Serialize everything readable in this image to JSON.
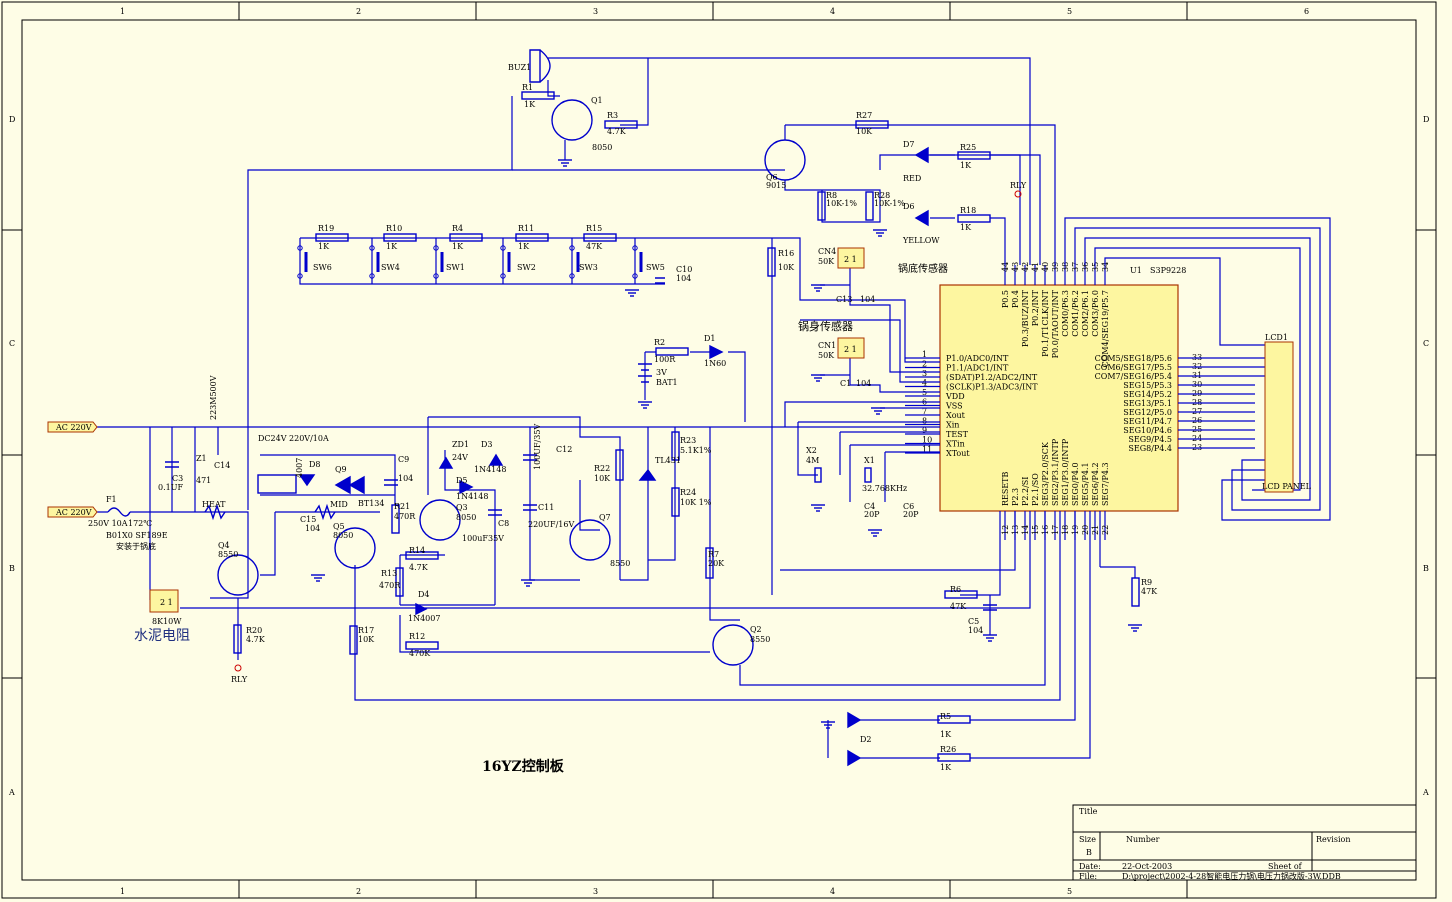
{
  "diagram": {
    "title": "16YZ控制板",
    "chip": {
      "ref": "U1",
      "part": "S3P9228",
      "left_pins": [
        {
          "n": "1",
          "name": "P1.0/ADC0/INT"
        },
        {
          "n": "2",
          "name": "P1.1/ADC1/INT"
        },
        {
          "n": "3",
          "name": "(SDAT)P1.2/ADC2/INT"
        },
        {
          "n": "4",
          "name": "(SCLK)P1.3/ADC3/INT"
        },
        {
          "n": "5",
          "name": "VDD"
        },
        {
          "n": "6",
          "name": "VSS"
        },
        {
          "n": "7",
          "name": "Xout"
        },
        {
          "n": "8",
          "name": "Xin"
        },
        {
          "n": "9",
          "name": "TEST"
        },
        {
          "n": "10",
          "name": "XTin"
        },
        {
          "n": "11",
          "name": "XTout"
        }
      ],
      "right_pins": [
        {
          "n": "33",
          "name": "COM5/SEG18/P5.6"
        },
        {
          "n": "32",
          "name": "COM6/SEG17/P5.5"
        },
        {
          "n": "31",
          "name": "COM7/SEG16/P5.4"
        },
        {
          "n": "30",
          "name": "SEG15/P5.3"
        },
        {
          "n": "29",
          "name": "SEG14/P5.2"
        },
        {
          "n": "28",
          "name": "SEG13/P5.1"
        },
        {
          "n": "27",
          "name": "SEG12/P5.0"
        },
        {
          "n": "26",
          "name": "SEG11/P4.7"
        },
        {
          "n": "25",
          "name": "SEG10/P4.6"
        },
        {
          "n": "24",
          "name": "SEG9/P4.5"
        },
        {
          "n": "23",
          "name": "SEG8/P4.4"
        }
      ],
      "top_pins": [
        {
          "n": "44",
          "name": "P0.5"
        },
        {
          "n": "43",
          "name": "P0.4"
        },
        {
          "n": "42",
          "name": "P0.3/BUZ/INT"
        },
        {
          "n": "41",
          "name": "P0.2/INT"
        },
        {
          "n": "40",
          "name": "P0.1/T1CLK/INT"
        },
        {
          "n": "39",
          "name": "P0.0/TAOUT/INT"
        },
        {
          "n": "38",
          "name": "COM0/P6.3"
        },
        {
          "n": "37",
          "name": "COM1/P6.2"
        },
        {
          "n": "36",
          "name": "COM2/P6.1"
        },
        {
          "n": "35",
          "name": "COM3/P6.0"
        },
        {
          "n": "34",
          "name": "COM4/SEG19/P5.7"
        }
      ],
      "bottom_pins": [
        {
          "n": "12",
          "name": "RESETB"
        },
        {
          "n": "13",
          "name": "P2.3"
        },
        {
          "n": "14",
          "name": "P2.2/SI"
        },
        {
          "n": "15",
          "name": "P2.1/SO"
        },
        {
          "n": "16",
          "name": "SEG3/P2.0/SCK"
        },
        {
          "n": "17",
          "name": "SEG2/P3.1/INTP"
        },
        {
          "n": "18",
          "name": "SEG1/P3.0/INTP"
        },
        {
          "n": "19",
          "name": "SEG0/P4.0"
        },
        {
          "n": "20",
          "name": "SEG5/P4.1"
        },
        {
          "n": "21",
          "name": "SEG6/P4.2"
        },
        {
          "n": "22",
          "name": "SEG7/P4.3"
        }
      ]
    },
    "labels": {
      "buz1": "BUZ1",
      "r1": "R1",
      "r1v": "1K",
      "q1": "Q1",
      "q1v": "8050",
      "r3": "R3",
      "r3v": "4.7K",
      "r27": "R27",
      "r27v": "10K",
      "q6": "Q6",
      "q6v": "9015",
      "d7": "D7",
      "red": "RED",
      "r25": "R25",
      "r25v": "1K",
      "rly": "RLY",
      "r8": "R8",
      "r8v": "10K-1%",
      "r28": "R28",
      "r28v": "10K-1%",
      "d6": "D6",
      "yellow": "YELLOW",
      "r18": "R18",
      "r18v": "1K",
      "r19": "R19",
      "r10": "R10",
      "r4": "R4",
      "r11": "R11",
      "r15": "R15",
      "k1": "1K",
      "k47": "47K",
      "sw6": "SW6",
      "sw4": "SW4",
      "sw1": "SW1",
      "sw2": "SW2",
      "sw3": "SW3",
      "sw5": "SW5",
      "c10": "C10",
      "c10v": "104",
      "r16": "R16",
      "r16v": "10K",
      "cn4": "CN4",
      "cn4v": "50K",
      "cn1": "CN1",
      "cn1v": "50K",
      "pot_pins": "2 1",
      "sensor1": "锅底传感器",
      "sensor2": "锅身传感器",
      "c13": "C13",
      "c1": "C1",
      "c104": "104",
      "r2": "R2",
      "r2v": "100R",
      "d1": "D1",
      "d1v": "1N60",
      "bat_v": "3V",
      "bat1": "BAT1",
      "x2": "X2",
      "x2v": "4M",
      "x1": "X1",
      "x1v": "32.768KHz",
      "c4": "C4",
      "c4v": "20P",
      "c6": "C6",
      "c6v": "20P",
      "ac1": "AC 220V",
      "ac2": "AC 220V",
      "c14v": "223M500V",
      "c14": "C14",
      "c3": "C3",
      "c3v": "0.1UF",
      "z1": "Z1",
      "z1v": "471",
      "f1": "F1",
      "f1v": "250V 10A",
      "f1t": "172℃",
      "f1p": "B01X0    SF189E",
      "f1n": "安装于锅底",
      "relay": "DC24V  220V/10A",
      "heat": "HEAT",
      "mid": "MID",
      "d8": "D8",
      "d8v": "4007",
      "q9": "Q9",
      "q9v": "BT134",
      "c9": "C9",
      "c9v": "104",
      "c15": "C15",
      "c15v": "104",
      "r21": "R21",
      "r21v": "470R",
      "zd1": "ZD1",
      "zd1v": "24V",
      "d3": "D3",
      "d3v": "1N4148",
      "d5": "D5",
      "d5v": "1N4148",
      "q3": "Q3",
      "q3v": "8050",
      "c8": "C8",
      "c8v": "100uF35V",
      "c12": "C12",
      "c12v": "100UF/35V",
      "c11": "C11",
      "c11v": "220UF/16V",
      "r22": "R22",
      "r22v": "10K",
      "q7": "Q7",
      "q7v": "8550",
      "r23": "R23",
      "r23v": "5.1K1%",
      "tl431": "TL431",
      "r24": "R24",
      "r24v": "10K 1%",
      "r7": "R7",
      "r7v": "20K",
      "q2": "Q2",
      "q2v": "8550",
      "q4": "Q4",
      "q4v": "8550",
      "q5": "Q5",
      "q5v": "8050",
      "r14": "R14",
      "r14v": "4.7K",
      "r13": "R13",
      "r13v": "470R",
      "d4": "D4",
      "d4v": "1N4007",
      "r12": "R12",
      "r12v": "470K",
      "r17": "R17",
      "r17v": "10K",
      "r20": "R20",
      "r20v": "4.7K",
      "rly2": "RLY",
      "cement_r": "8K10W",
      "cement_cn": "水泥电阻",
      "cement_pins": "2 1",
      "r6": "R6",
      "r6v": "47K",
      "c5": "C5",
      "c5v": "104",
      "r9": "R9",
      "r9v": "47K",
      "d2": "D2",
      "r5": "R5",
      "r5v": "1K",
      "r26": "R26",
      "r26v": "1K",
      "lcd1": "LCD1",
      "lcd_panel": "LCD PANEL"
    }
  },
  "frame": {
    "cols": [
      "1",
      "2",
      "3",
      "4",
      "5",
      "6"
    ],
    "rows": [
      "D",
      "C",
      "B",
      "A"
    ]
  },
  "title_block": {
    "title_label": "Title",
    "size_label": "Size",
    "size_value": "B",
    "number_label": "Number",
    "revision_label": "Revision",
    "date_label": "Date:",
    "date_value": "22-Oct-2003",
    "sheet_label": "Sheet   of",
    "file_label": "File:",
    "file_value": "D:\\project\\2002-4-28智能电压力锅\\电压力锅改版-3W.DDB"
  }
}
